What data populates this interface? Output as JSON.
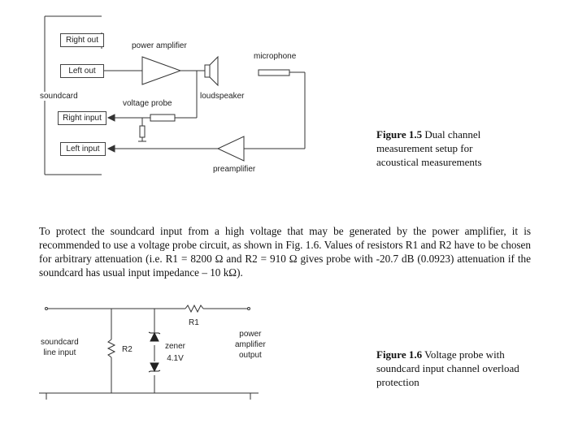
{
  "figure1": {
    "labels": {
      "right_out": "Right out",
      "left_out": "Left out",
      "soundcard": "soundcard",
      "right_input": "Right input",
      "left_input": "Left input",
      "power_amplifier": "power amplifier",
      "voltage_probe": "voltage probe",
      "loudspeaker": "loudspeaker",
      "microphone": "microphone",
      "preamplifier": "preamplifier"
    },
    "caption_number": "Figure 1.5",
    "caption_text": "Dual channel measurement setup for acoustical measurements"
  },
  "paragraph": "To protect the soundcard input from a high voltage that may be generated by the power amplifier, it is recommended to use a voltage probe circuit, as shown in Fig. 1.6. Values of resistors R1 and R2 have to be chosen for arbitrary attenuation (i.e. R1 = 8200 Ω and R2 = 910 Ω gives probe with -20.7 dB (0.0923) attenuation if the soundcard has usual input impedance – 10 kΩ).",
  "figure2": {
    "labels": {
      "r1": "R1",
      "r2": "R2",
      "soundcard_line1": "soundcard",
      "soundcard_line2": "line input",
      "zener_line1": "zener",
      "zener_line2": "4.1V",
      "power_line1": "power",
      "power_line2": "amplifier",
      "power_line3": "output"
    },
    "caption_number": "Figure 1.6",
    "caption_text": "Voltage probe with soundcard input channel overload protection"
  }
}
